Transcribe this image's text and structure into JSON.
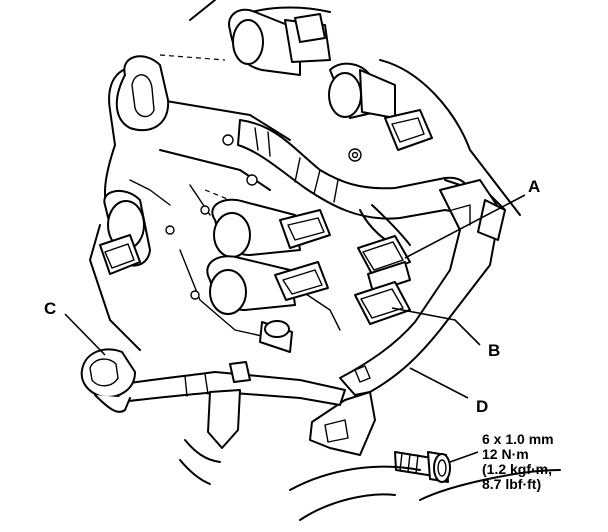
{
  "callouts": {
    "a": "A",
    "b": "B",
    "c": "C",
    "d": "D"
  },
  "bolt_spec": {
    "size": "6 x 1.0 mm",
    "torque": "12 N·m",
    "kgf": "(1.2 kgf·m,",
    "lbf": "8.7 lbf·ft)"
  }
}
